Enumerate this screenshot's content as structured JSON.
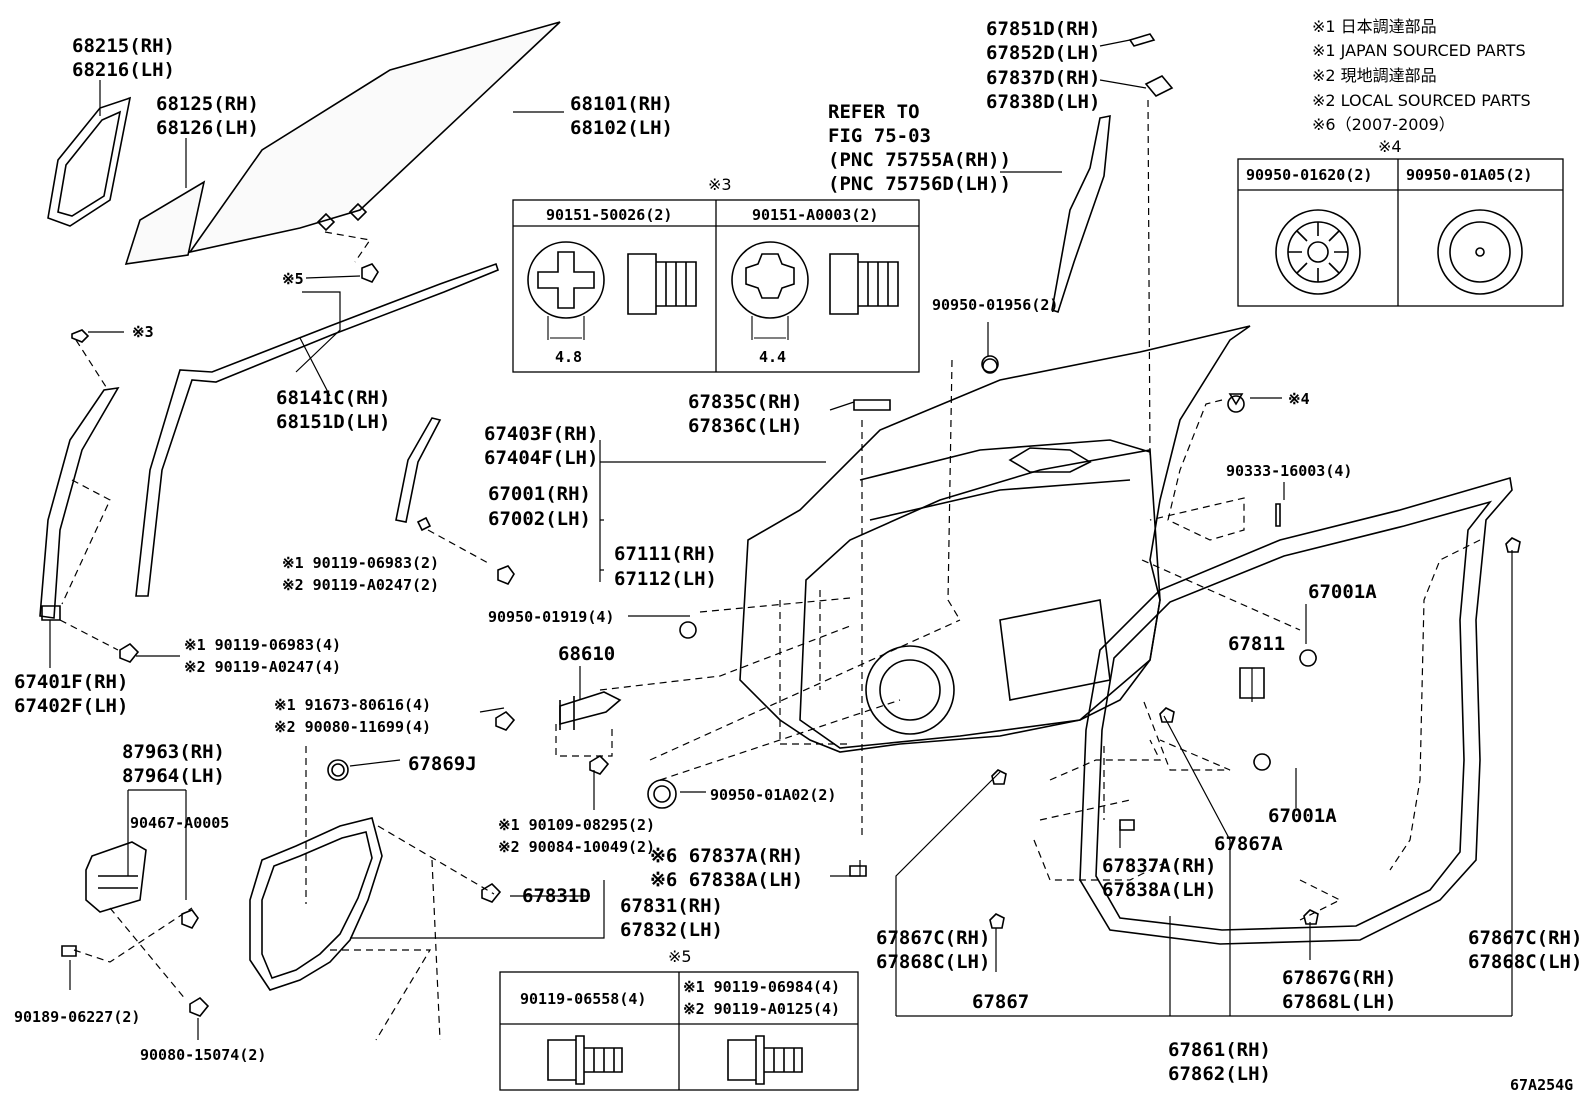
{
  "notes": {
    "n1_jp": "※1  日本調達部品",
    "n1_en": "※1  JAPAN SOURCED PARTS",
    "n2_jp": "※2  現地調達部品",
    "n2_en": "※2  LOCAL SOURCED PARTS",
    "n6": "※6（2007-2009）"
  },
  "refer": {
    "l1": "REFER TO",
    "l2": "FIG 75-03",
    "l3": "(PNC 75755A(RH))",
    "l4": "(PNC 75756D(LH))"
  },
  "table3": {
    "mark": "※3",
    "col1": "90151-50026(2)",
    "col2": "90151-A0003(2)",
    "dim1": "4.8",
    "dim2": "4.4"
  },
  "table4": {
    "mark": "※4",
    "col1": "90950-01620(2)",
    "col2": "90950-01A05(2)"
  },
  "table5": {
    "mark": "※5",
    "col1": "90119-06558(4)",
    "col2a": "※1 90119-06984(4)",
    "col2b": "※2 90119-A0125(4)"
  },
  "labels": {
    "p68215": "68215(RH)",
    "p68216": "68216(LH)",
    "p68125": "68125(RH)",
    "p68126": "68126(LH)",
    "p68101": "68101(RH)",
    "p68102": "68102(LH)",
    "m5": "※5",
    "m3": "※3",
    "m4": "※4",
    "p68141": "68141C(RH)",
    "p68151": "68151D(LH)",
    "p67403": "67403F(RH)",
    "p67404": "67404F(LH)",
    "p67001": "67001(RH)",
    "p67002": "67002(LH)",
    "p67111": "67111(RH)",
    "p67112": "67112(LH)",
    "b90119a": "※1 90119-06983(2)",
    "b90119b": "※2 90119-A0247(2)",
    "b90119c": "※1 90119-06983(4)",
    "b90119d": "※2 90119-A0247(4)",
    "p67401": "67401F(RH)",
    "p67402": "67402F(LH)",
    "p90950_19": "90950-01919(4)",
    "p68610": "68610",
    "b91673": "※1 91673-80616(4)",
    "b90080": "※2 90080-11699(4)",
    "p67869": "67869J",
    "p87963": "87963(RH)",
    "p87964": "87964(LH)",
    "p90467": "90467-A0005",
    "b90109": "※1 90109-08295(2)",
    "b90084": "※2 90084-10049(2)",
    "p90950_02": "90950-01A02(2)",
    "p67837a_6": "※6 67837A(RH)",
    "p67838a_6": "※6 67838A(LH)",
    "p67831d": "67831D",
    "p67831": "67831(RH)",
    "p67832": "67832(LH)",
    "p90189": "90189-06227(2)",
    "p90080_15": "90080-15074(2)",
    "p67851": "67851D(RH)",
    "p67852": "67852D(LH)",
    "p67837d": "67837D(RH)",
    "p67838d": "67838D(LH)",
    "p90950_56": "90950-01956(2)",
    "p67835": "67835C(RH)",
    "p67836": "67836C(LH)",
    "p90333": "90333-16003(4)",
    "p67001a1": "67001A",
    "p67811": "67811",
    "p67001a2": "67001A",
    "p67867a": "67867A",
    "p67837a": "67837A(RH)",
    "p67838a": "67838A(LH)",
    "p67867c1": "67867C(RH)",
    "p67868c1": "67868C(LH)",
    "p67867": "67867",
    "p67867g": "67867G(RH)",
    "p67868l": "67868L(LH)",
    "p67867c2": "67867C(RH)",
    "p67868c2": "67868C(LH)",
    "p67861": "67861(RH)",
    "p67862": "67862(LH)",
    "figcode": "67A254G"
  }
}
